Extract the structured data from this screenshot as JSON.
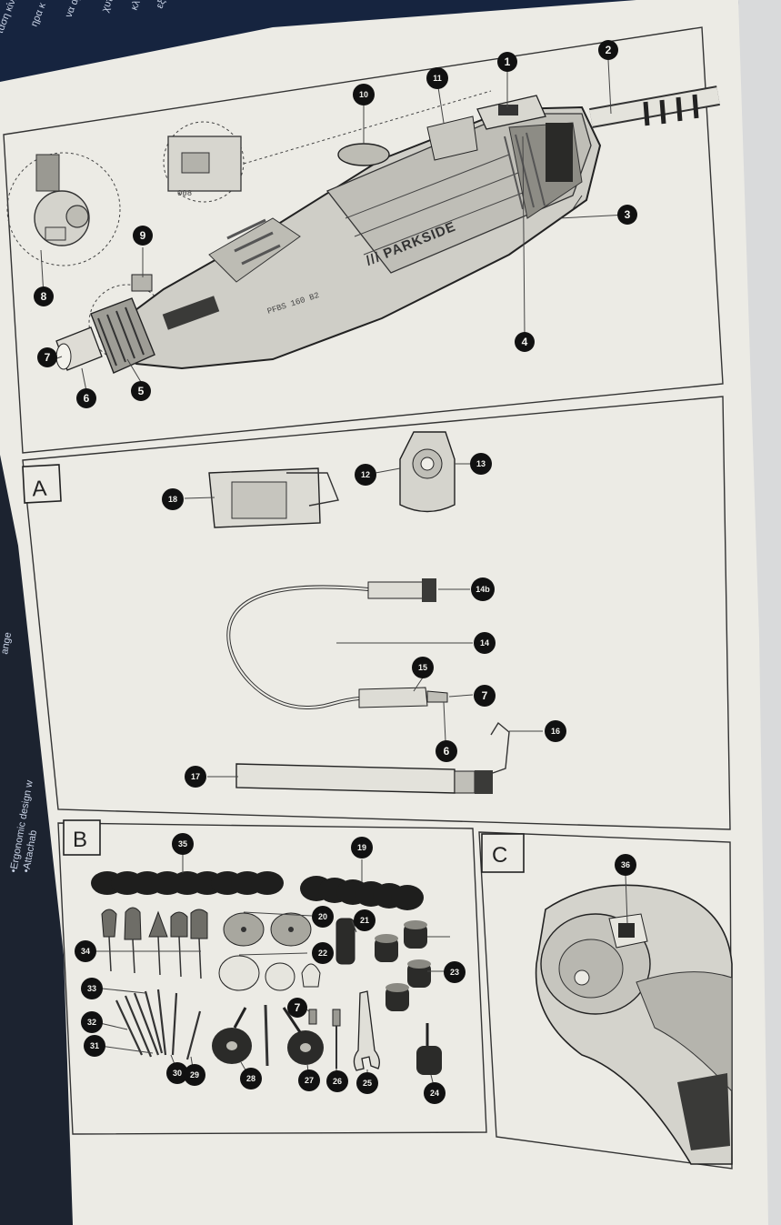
{
  "background_text": [
    "ταση κίνη",
    "ηρα κ",
    "να αρχι",
    "χυτα",
    "κλ Λ",
    "εξερ",
    "•Ergonomic design w",
    "•Attachab",
    "ange"
  ],
  "brand": "/// PARKSIDE",
  "model": "PFBS 160 B2",
  "chuck_mark": "008",
  "panels": {
    "A": "A",
    "B": "B",
    "C": "C"
  },
  "callouts": {
    "c1": "1",
    "c2": "2",
    "c3": "3",
    "c4": "4",
    "c5": "5",
    "c6": "6",
    "c7": "7",
    "c8": "8",
    "c9": "9",
    "c10": "10",
    "c11": "11",
    "c12": "12",
    "c13": "13",
    "c14b": "14b",
    "c14": "14",
    "c15": "15",
    "c7a": "7",
    "c6a": "6",
    "c16": "16",
    "c17": "17",
    "c18": "18",
    "c35": "35",
    "c19": "19",
    "c20": "20",
    "c21": "21",
    "c22": "22",
    "c23": "23",
    "c34": "34",
    "c33": "33",
    "c32": "32",
    "c31": "31",
    "c30": "30",
    "c29": "29",
    "c28": "28",
    "c7b": "7",
    "c27": "27",
    "c26": "26",
    "c25": "25",
    "c24": "24",
    "c36": "36"
  }
}
